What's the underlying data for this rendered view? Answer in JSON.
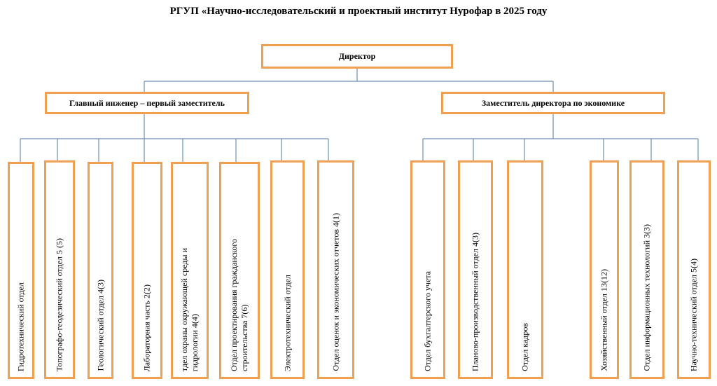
{
  "title": "РГУП «Научно-исследовательский и проектный институт Нурофар в 2025 году",
  "director": "Директор",
  "deputy_left": "Главный инженер – первый заместитель",
  "deputy_right": "Заместитель директора по экономике",
  "left_departments": [
    "Гидротехнический отдел",
    "Топографо-геодезический отдел 5 (5)",
    "Геологический отдел 4(3)",
    "Лабораторная часть 2(2)",
    "тдел охраны окружающей среды и\nгидрологии 4(4)",
    "Отдел проектирования гражданского\nстроительства 7(6)",
    "Электротехнический отдел",
    "Отдел оценок и экономических отчетов 4(1)"
  ],
  "right_departments": [
    "Отдел бухгалтерского учета",
    "Планово-производственный отдел 4(3)",
    "Отдел кадров",
    "Хозяйственный отдел 13(12)",
    "Отдел информационных технологий 3(3)",
    "Научно-технический отдел 5(4)"
  ],
  "colors": {
    "box_border": "#f0a050",
    "connector": "#6e8fb0"
  }
}
